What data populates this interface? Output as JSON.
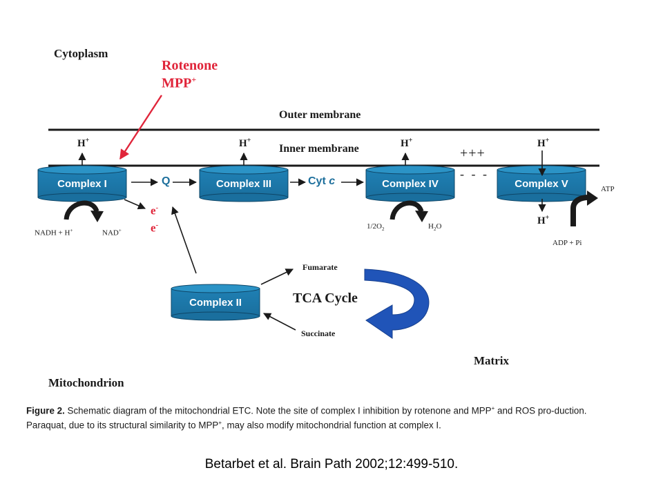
{
  "regions": {
    "cytoplasm": "Cytoplasm",
    "outer_membrane": "Outer membrane",
    "inner_membrane": "Inner membrane",
    "matrix": "Matrix",
    "mitochondrion": "Mitochondrion"
  },
  "inhibitors": [
    "Rotenone",
    "MPP",
    "+"
  ],
  "complexes": {
    "c1": "Complex I",
    "c2": "Complex II",
    "c3": "Complex III",
    "c4": "Complex IV",
    "c5": "Complex V"
  },
  "carriers": {
    "q": "Q",
    "cyt": "Cyt",
    "cyt_c": "c"
  },
  "protons": {
    "h": "H",
    "plus": "+"
  },
  "gradient": {
    "positive": "+++",
    "negative": "- - -"
  },
  "electrons": {
    "e": "e",
    "minus": "-"
  },
  "substrates": {
    "nadh": "NADH + H",
    "nadh_sup": "+",
    "nad": "NAD",
    "nad_sup": "+",
    "o2_a": "1/2O",
    "o2_sub": "2",
    "h2o_a": "H",
    "h2o_sub": "2",
    "h2o_b": "O",
    "atp": "ATP",
    "adp": "ADP + Pi",
    "fumarate": "Fumarate",
    "succinate": "Succinate",
    "tca": "TCA Cycle"
  },
  "caption": {
    "label": "Figure 2.",
    "text1": "Schematic diagram of the mitochondrial ETC. Note the site of complex I inhibition by rotenone and MPP",
    "sup1": "+",
    "text2": "and ROS pro-duction. Paraquat, due to its structural similarity to MPP",
    "sup2": "+",
    "text3": ", may also modify mitochondrial function at complex I."
  },
  "citation": "Betarbet et al. Brain Path 2002;12:499-510.",
  "colors": {
    "complex_fill": "#1f80b4",
    "complex_top": "#2b93c6",
    "complex_text": "#ffffff",
    "arrow_red": "#e0253a",
    "tca_arrow": "#2054b8"
  }
}
